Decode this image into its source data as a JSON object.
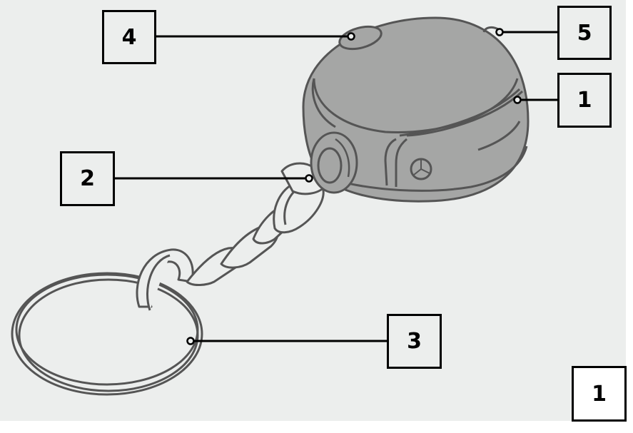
{
  "diagram": {
    "subject": "Keychain device with chain and key ring",
    "colors": {
      "background": "#eceeed",
      "device_fill": "#a5a6a5",
      "outline": "#555555",
      "leader": "#000000"
    },
    "callouts": [
      {
        "id": "callout-4",
        "label": "4",
        "part": "top button"
      },
      {
        "id": "callout-5",
        "label": "5",
        "part": "rear loop"
      },
      {
        "id": "callout-1",
        "label": "1",
        "part": "device housing"
      },
      {
        "id": "callout-2",
        "label": "2",
        "part": "chain connector"
      },
      {
        "id": "callout-3",
        "label": "3",
        "part": "key ring"
      }
    ],
    "figure_number": "1"
  }
}
